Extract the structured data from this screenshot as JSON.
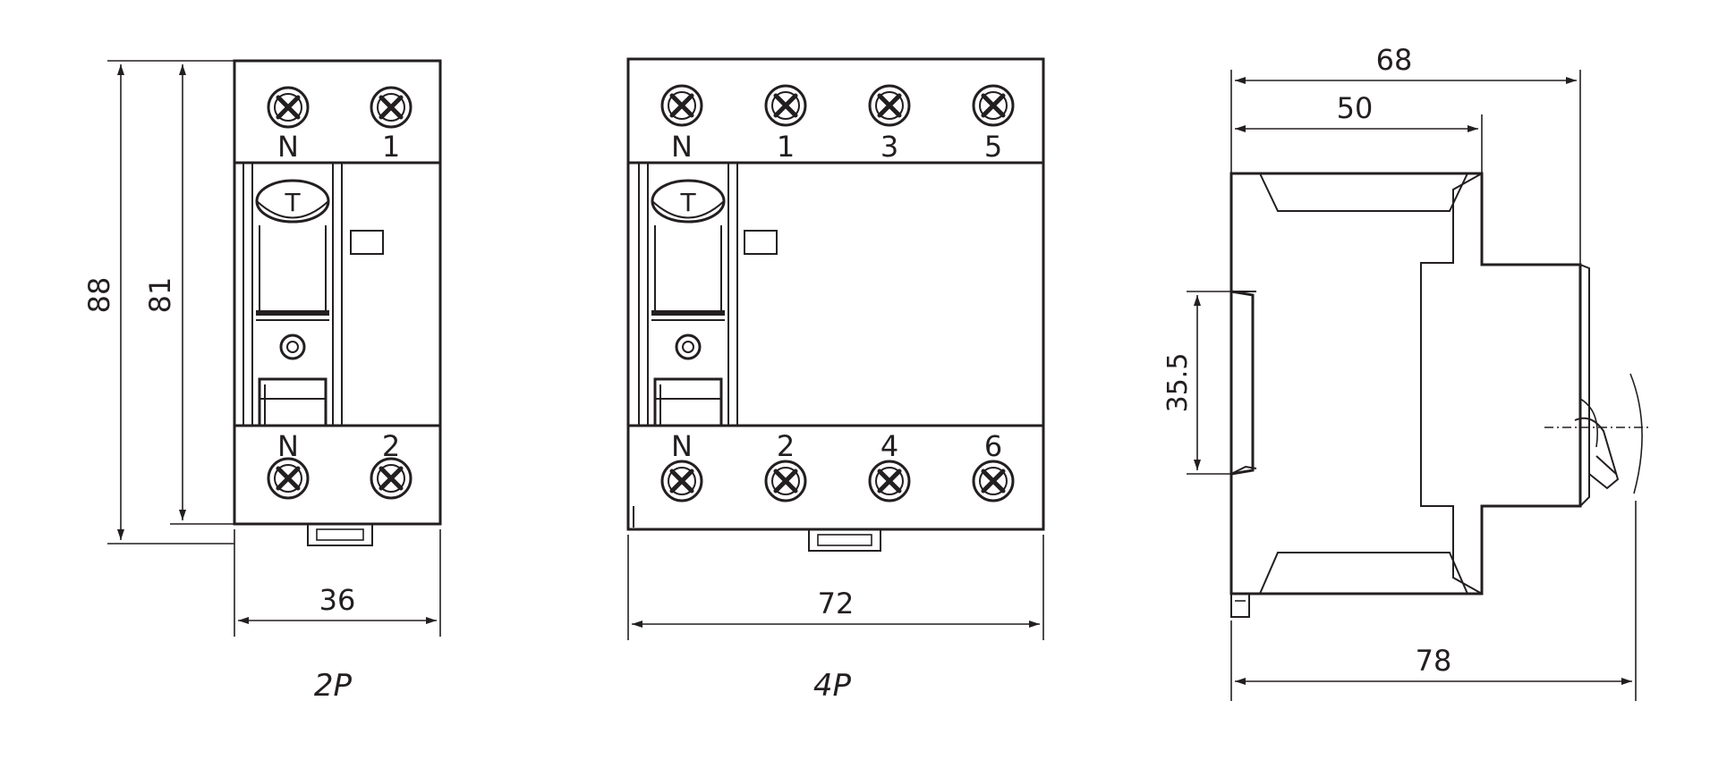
{
  "views": {
    "two_pole": {
      "caption": "2P",
      "top_terminals": [
        "N",
        "1"
      ],
      "bottom_terminals": [
        "N",
        "2"
      ],
      "test_button": "T",
      "dimensions": {
        "height_total": "88",
        "height_body": "81",
        "width": "36"
      }
    },
    "four_pole": {
      "caption": "4P",
      "top_terminals": [
        "N",
        "1",
        "3",
        "5"
      ],
      "bottom_terminals": [
        "N",
        "2",
        "4",
        "6"
      ],
      "test_button": "T",
      "dimensions": {
        "width": "72"
      }
    },
    "side": {
      "dimensions": {
        "depth_front": "68",
        "depth_body": "50",
        "rail": "35.5",
        "depth_total": "78"
      }
    }
  },
  "colors": {
    "line": "#231f20",
    "background": "#ffffff"
  }
}
